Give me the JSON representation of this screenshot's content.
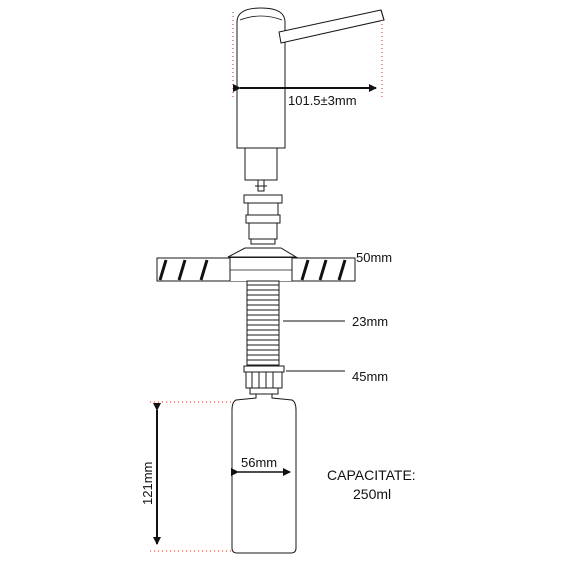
{
  "labels": {
    "spout_width": "101.5±3mm",
    "deck_hole": "50mm",
    "shank_length": "23mm",
    "nut_diameter": "45mm",
    "bottle_width": "56mm",
    "bottle_height": "121mm",
    "capacity_title": "CAPACITATE:",
    "capacity_value": "250ml"
  },
  "colors": {
    "line": "#1a1a1a",
    "dim_dots": "#c0392b",
    "stripe": "#111111"
  }
}
